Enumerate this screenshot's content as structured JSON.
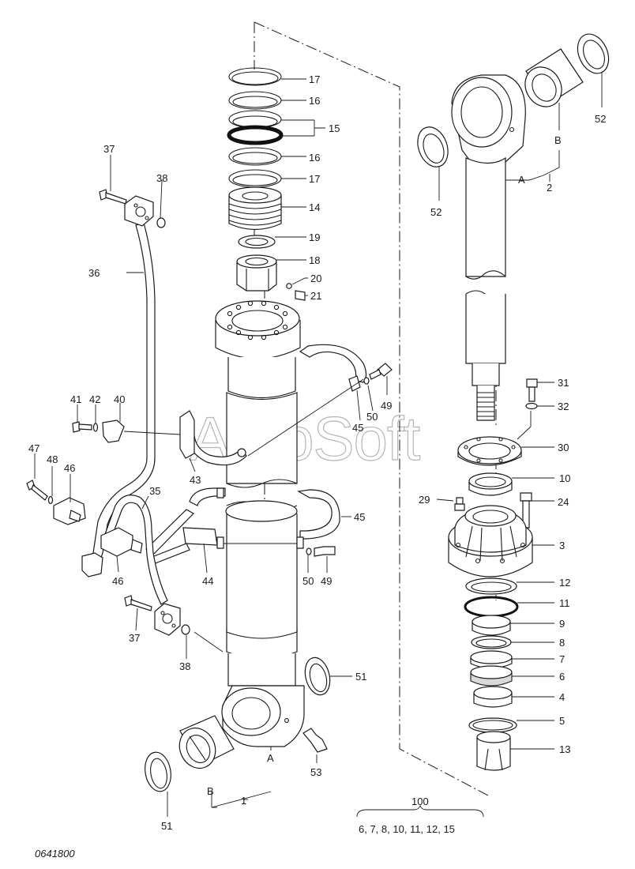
{
  "watermark": "AutoSoft",
  "drawing_code": "0641800",
  "kit": {
    "number": "100",
    "contents": "6, 7, 8, 10, 11, 12, 15"
  },
  "labels": [
    {
      "id": "17a",
      "text": "17"
    },
    {
      "id": "16a",
      "text": "16"
    },
    {
      "id": "15",
      "text": "15"
    },
    {
      "id": "16b",
      "text": "16"
    },
    {
      "id": "17b",
      "text": "17"
    },
    {
      "id": "14",
      "text": "14"
    },
    {
      "id": "19",
      "text": "19"
    },
    {
      "id": "18",
      "text": "18"
    },
    {
      "id": "20",
      "text": "20"
    },
    {
      "id": "21",
      "text": "21"
    },
    {
      "id": "37a",
      "text": "37"
    },
    {
      "id": "38a",
      "text": "38"
    },
    {
      "id": "36",
      "text": "36"
    },
    {
      "id": "41",
      "text": "41"
    },
    {
      "id": "42",
      "text": "42"
    },
    {
      "id": "40",
      "text": "40"
    },
    {
      "id": "47",
      "text": "47"
    },
    {
      "id": "48",
      "text": "48"
    },
    {
      "id": "46a",
      "text": "46"
    },
    {
      "id": "35",
      "text": "35"
    },
    {
      "id": "43",
      "text": "43"
    },
    {
      "id": "45a",
      "text": "45"
    },
    {
      "id": "50a",
      "text": "50"
    },
    {
      "id": "49a",
      "text": "49"
    },
    {
      "id": "45b",
      "text": "45"
    },
    {
      "id": "44",
      "text": "44"
    },
    {
      "id": "50b",
      "text": "50"
    },
    {
      "id": "49b",
      "text": "49"
    },
    {
      "id": "46b",
      "text": "46"
    },
    {
      "id": "37b",
      "text": "37"
    },
    {
      "id": "38b",
      "text": "38"
    },
    {
      "id": "51a",
      "text": "51"
    },
    {
      "id": "53",
      "text": "53"
    },
    {
      "id": "A1",
      "text": "A"
    },
    {
      "id": "B1",
      "text": "B"
    },
    {
      "id": "1",
      "text": "1"
    },
    {
      "id": "51b",
      "text": "51"
    },
    {
      "id": "52a",
      "text": "52"
    },
    {
      "id": "52b",
      "text": "52"
    },
    {
      "id": "B2",
      "text": "B"
    },
    {
      "id": "A2",
      "text": "A"
    },
    {
      "id": "2",
      "text": "2"
    },
    {
      "id": "31",
      "text": "31"
    },
    {
      "id": "32",
      "text": "32"
    },
    {
      "id": "30",
      "text": "30"
    },
    {
      "id": "10",
      "text": "10"
    },
    {
      "id": "29",
      "text": "29"
    },
    {
      "id": "24",
      "text": "24"
    },
    {
      "id": "3",
      "text": "3"
    },
    {
      "id": "12",
      "text": "12"
    },
    {
      "id": "11",
      "text": "11"
    },
    {
      "id": "9",
      "text": "9"
    },
    {
      "id": "8",
      "text": "8"
    },
    {
      "id": "7",
      "text": "7"
    },
    {
      "id": "6",
      "text": "6"
    },
    {
      "id": "4",
      "text": "4"
    },
    {
      "id": "5",
      "text": "5"
    },
    {
      "id": "13",
      "text": "13"
    }
  ]
}
